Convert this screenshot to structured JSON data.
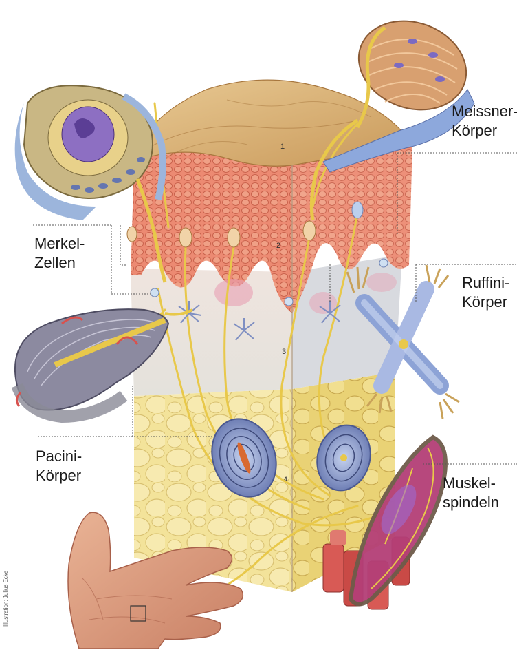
{
  "labels": {
    "meissner": [
      "Meissner-",
      "Körper"
    ],
    "merkel": [
      "Merkel-",
      "Zellen"
    ],
    "ruffini": [
      "Ruffini-",
      "Körper"
    ],
    "pacini": [
      "Pacini-",
      "Körper"
    ],
    "muskel": [
      "Muskel-",
      "spindeln"
    ]
  },
  "layer_numbers": [
    "1",
    "2",
    "3",
    "4"
  ],
  "credit": "Illustration: Julius Ecke",
  "colors": {
    "epidermis_top": "#d9b57a",
    "epidermis_cells": "#ec8a72",
    "dermis": "#e6e2d8",
    "fat": "#f3e39a",
    "nerve": "#e8c84a",
    "skin_hand": "#e2a283",
    "capsule_blue": "#8da3d6",
    "capsule_purple": "#7a5aa8"
  }
}
